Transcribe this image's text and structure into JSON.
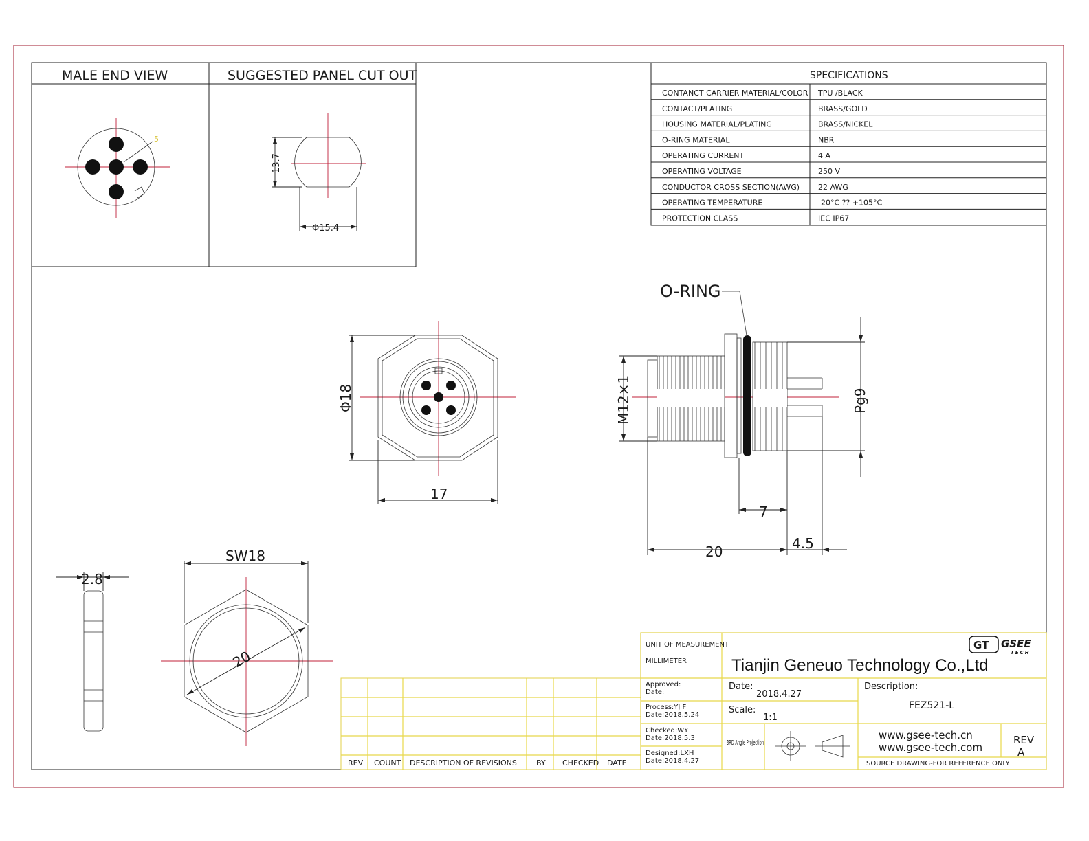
{
  "views": {
    "male_end_title": "MALE END VIEW",
    "panel_cutout_title": "SUGGESTED PANEL CUT OUT",
    "panel_dim_height": "13.7",
    "panel_dim_diameter": "Φ15.4",
    "pin_label": "5"
  },
  "specifications": {
    "title": "SPECIFICATIONS",
    "rows": [
      {
        "label": "CONTANCT CARRIER MATERIAL/COLOR",
        "value": "TPU /BLACK"
      },
      {
        "label": "CONTACT/PLATING",
        "value": "BRASS/GOLD"
      },
      {
        "label": "HOUSING MATERIAL/PLATING",
        "value": "BRASS/NICKEL"
      },
      {
        "label": "O-RING MATERIAL",
        "value": "NBR"
      },
      {
        "label": "OPERATING CURRENT",
        "value": "4 A"
      },
      {
        "label": "OPERATING VOLTAGE",
        "value": "250 V"
      },
      {
        "label": "CONDUCTOR  CROSS  SECTION(AWG)",
        "value": "22 AWG"
      },
      {
        "label": "OPERATING TEMPERATURE",
        "value": "-20°C ?? +105°C"
      },
      {
        "label": "PROTECTION CLASS",
        "value": "IEC  IP67"
      }
    ]
  },
  "dimensions": {
    "front_diameter": "Φ18",
    "front_width": "17",
    "oring": "O-RING",
    "thread": "M12×1",
    "pg": "Pg9",
    "len_7": "7",
    "len_20": "20",
    "len_45": "4.5",
    "nut_thickness": "2.8",
    "nut_sw": "SW18",
    "nut_diameter": "20"
  },
  "revisions": {
    "headers": [
      "REV",
      "COUNT",
      "DESCRIPTION  OF  REVISIONS",
      "BY",
      "CHECKED",
      "DATE"
    ]
  },
  "title_block": {
    "unit_label": "UNIT OF MEASUREMENT",
    "unit_value": "MILLIMETER",
    "company": "Tianjin Geneuo Technology Co.,Ltd",
    "logo_gt": "GT",
    "logo_name": "GSEE",
    "logo_sub": "TECH",
    "approved": "Approved:",
    "approved_date": "Date:",
    "process": "Process:YJ F",
    "process_date": "Date:2018.5.24",
    "checked": "Checked:WY",
    "checked_date": "Date:2018.5.3",
    "designed": "Designed:LXH",
    "designed_date": "Date:2018.4.27",
    "date_label": "Date:",
    "date_value": "2018.4.27",
    "scale_label": "Scale:",
    "scale_value": "1:1",
    "projection": "3RD Angle Projection",
    "description_label": "Description:",
    "description_value": "FEZ521-L",
    "web1": "www.gsee-tech.cn",
    "web2": "www.gsee-tech.com",
    "rev_label": "REV",
    "rev_value": "A",
    "source_note": "SOURCE DRAWING-FOR REFERENCE ONLY"
  }
}
